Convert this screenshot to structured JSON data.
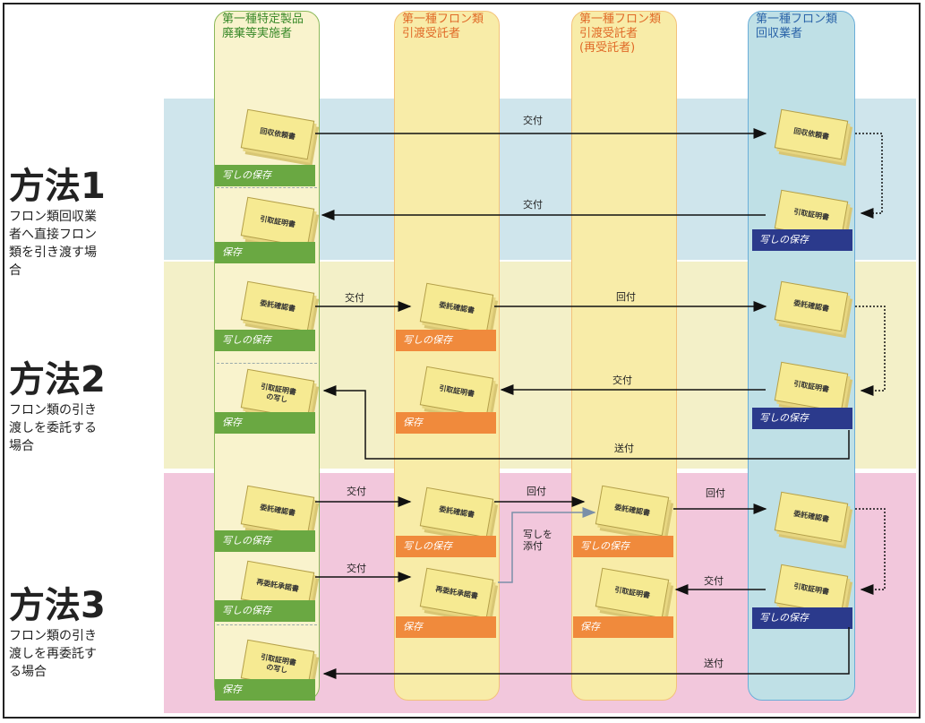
{
  "columns": [
    {
      "label": "第一種特定製品\n廃棄等実施者",
      "color": "#3a8a2a"
    },
    {
      "label": "第一種フロン類\n引渡受託者",
      "color": "#e06a28"
    },
    {
      "label": "第一種フロン類\n引渡受託者\n(再受託者)",
      "color": "#e06a28"
    },
    {
      "label": "第一種フロン類\n回収業者",
      "color": "#2a63a8"
    }
  ],
  "methods": [
    {
      "title": "方法1",
      "description": "フロン類回収業\n者へ直接フロン\n類を引き渡す場\n合"
    },
    {
      "title": "方法2",
      "description": "フロン類の引き\n渡しを委託する\n場合"
    },
    {
      "title": "方法3",
      "description": "フロン類の引き\n渡しを再委託す\nる場合"
    }
  ],
  "documents": {
    "kaishu_irai": "回収依頼書",
    "hikitori_shomei": "引取証明書",
    "itaku_kakunin": "委託確認書",
    "saiitaku_shodaku": "再委託承諾書",
    "hikitori_shomei_copy": "引取証明書\nの写し"
  },
  "strips": {
    "copy_keep": "写しの保存",
    "keep": "保存"
  },
  "arrow_labels": {
    "kofu": "交付",
    "kaifu": "回付",
    "sofu": "送付",
    "attach_copy": "写しを\n添付"
  }
}
